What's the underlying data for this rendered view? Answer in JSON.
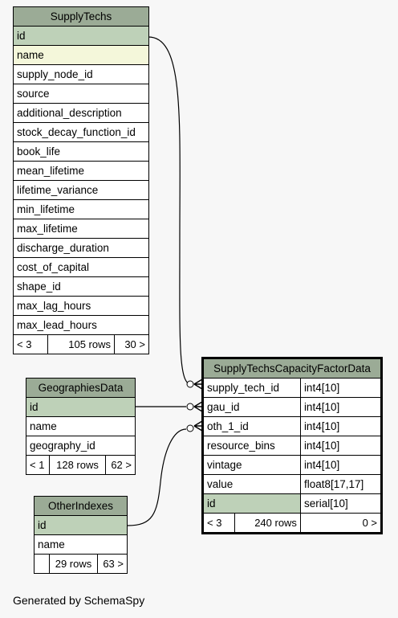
{
  "tables": {
    "supply_techs": {
      "name": "SupplyTechs",
      "columns": [
        "id",
        "name",
        "supply_node_id",
        "source",
        "additional_description",
        "stock_decay_function_id",
        "book_life",
        "mean_lifetime",
        "lifetime_variance",
        "min_lifetime",
        "max_lifetime",
        "discharge_duration",
        "cost_of_capital",
        "shape_id",
        "max_lag_hours",
        "max_lead_hours"
      ],
      "footer": {
        "parents": "< 3",
        "rows": "105 rows",
        "children": "30 >"
      }
    },
    "capacity_factor": {
      "name": "SupplyTechsCapacityFactorData",
      "columns": [
        {
          "name": "supply_tech_id",
          "type": "int4[10]"
        },
        {
          "name": "gau_id",
          "type": "int4[10]"
        },
        {
          "name": "oth_1_id",
          "type": "int4[10]"
        },
        {
          "name": "resource_bins",
          "type": "int4[10]"
        },
        {
          "name": "vintage",
          "type": "int4[10]"
        },
        {
          "name": "value",
          "type": "float8[17,17]"
        },
        {
          "name": "id",
          "type": "serial[10]"
        }
      ],
      "footer": {
        "parents": "< 3",
        "rows": "240 rows",
        "children": "0 >"
      }
    },
    "geographies_data": {
      "name": "GeographiesData",
      "columns": [
        "id",
        "name",
        "geography_id"
      ],
      "footer": {
        "parents": "< 1",
        "rows": "128 rows",
        "children": "62 >"
      }
    },
    "other_indexes": {
      "name": "OtherIndexes",
      "columns": [
        "id",
        "name"
      ],
      "footer": {
        "parents": "",
        "rows": "29 rows",
        "children": "63 >"
      }
    }
  },
  "footer_text": "Generated by SchemaSpy"
}
